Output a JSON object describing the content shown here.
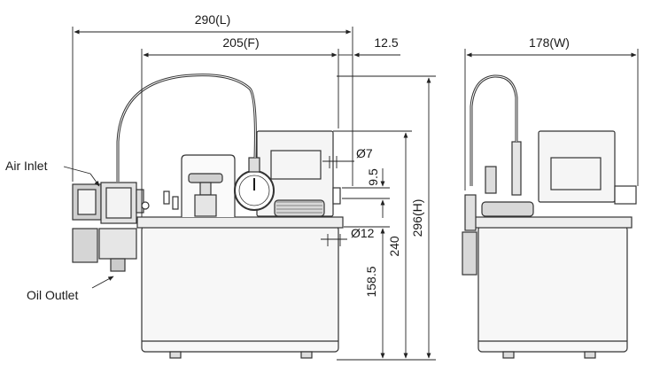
{
  "dimensions": {
    "overall_length": "290(L)",
    "front_length": "205(F)",
    "offset": "12.5",
    "width": "178(W)",
    "height": "296(H)",
    "height_240": "240",
    "height_158": "158.5",
    "dia_7": "Ø7",
    "dim_9_5": "9.5",
    "dia_12": "Ø12"
  },
  "labels": {
    "air_inlet": "Air Inlet",
    "oil_outlet": "Oil Outlet"
  },
  "colors": {
    "line": "#333333",
    "fill": "#f2f2f2",
    "dark": "#1a1a1a"
  }
}
